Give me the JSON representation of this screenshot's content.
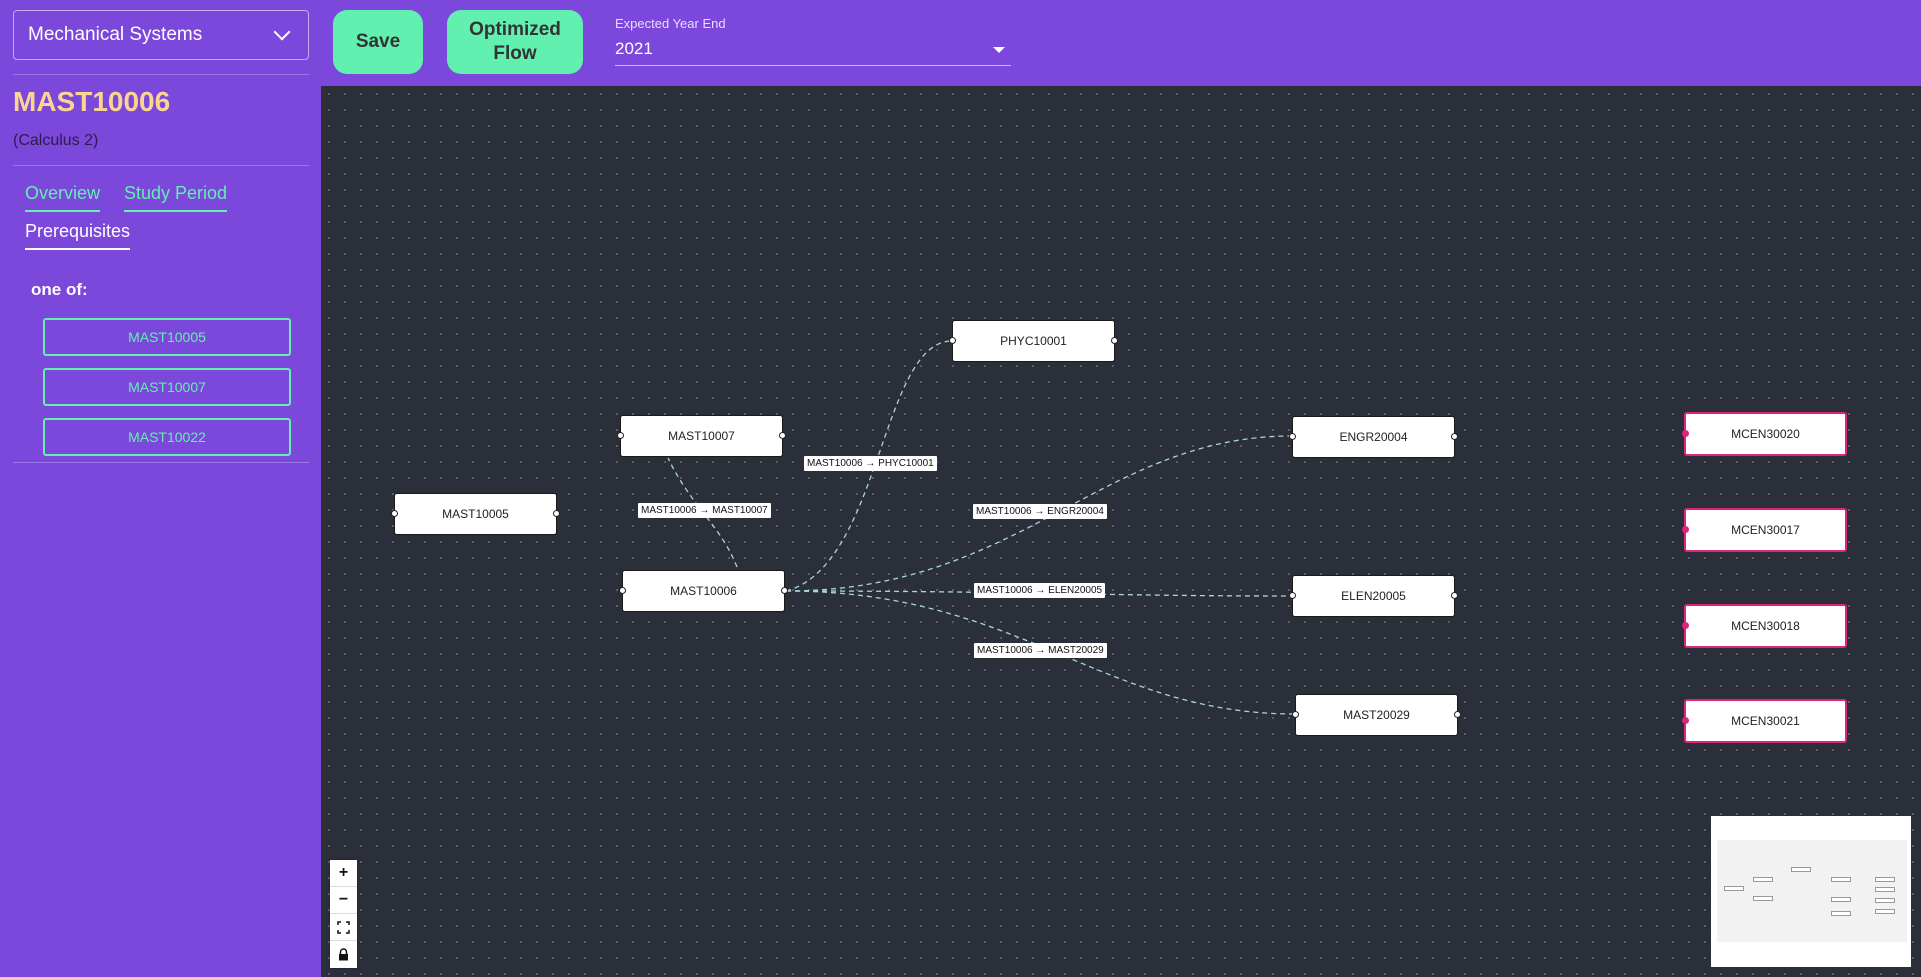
{
  "header": {
    "program": "Mechanical Systems",
    "save_label": "Save",
    "optimized_label": "Optimized Flow",
    "year_label": "Expected Year End",
    "year_value": "2021"
  },
  "sidebar": {
    "course_code": "MAST10006",
    "course_name": "(Calculus 2)",
    "tabs": {
      "overview": "Overview",
      "study_period": "Study Period",
      "prerequisites": "Prerequisites"
    },
    "one_of_label": "one of:",
    "prereqs": [
      "MAST10005",
      "MAST10007",
      "MAST10022"
    ]
  },
  "graph": {
    "nodes": {
      "mast10005": "MAST10005",
      "mast10007": "MAST10007",
      "mast10006": "MAST10006",
      "phyc10001": "PHYC10001",
      "engr20004": "ENGR20004",
      "elen20005": "ELEN20005",
      "mast20029": "MAST20029",
      "mcen30020": "MCEN30020",
      "mcen30017": "MCEN30017",
      "mcen30018": "MCEN30018",
      "mcen30021": "MCEN30021"
    },
    "edges": {
      "to_mast10007": "MAST10006 → MAST10007",
      "to_phyc10001": "MAST10006 → PHYC10001",
      "to_engr20004": "MAST10006 → ENGR20004",
      "to_elen20005": "MAST10006 → ELEN20005",
      "to_mast20029": "MAST10006 → MAST20029"
    }
  },
  "controls": {
    "zoom_in": "+",
    "zoom_out": "−"
  },
  "colors": {
    "accent": "#62f0b1",
    "primary": "#7b48db",
    "canvas": "#2b2f3a",
    "highlight": "#e0247a",
    "title": "#fbd58f"
  }
}
